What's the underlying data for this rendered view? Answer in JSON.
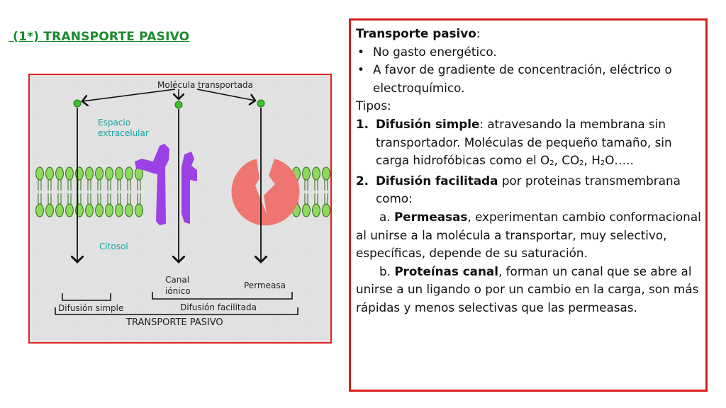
{
  "slide": {
    "title": " (1*) TRANSPORTE PASIVO"
  },
  "figure": {
    "molecule_label": "Molécula transportada",
    "extracellular_label_1": "Espacio",
    "extracellular_label_2": "extracelular",
    "cytosol_label": "Citosol",
    "channel_label_1": "Canal",
    "channel_label_2": "iónico",
    "permease_label": "Permeasa",
    "simple_diffusion_label": "Difusión simple",
    "facilitated_diffusion_label": "Difusión facilitada",
    "caption": "TRANSPORTE PASIVO",
    "colors": {
      "background": "#e2e2e2",
      "lipid_head": "#8fd860",
      "lipid_outline": "#2d6b16",
      "channel_protein": "#9b41e6",
      "permease": "#ef7670",
      "molecule": "#3cbf2e",
      "label_teal": "#1aa3a3"
    }
  },
  "panel": {
    "heading_bold": "Transporte pasivo",
    "heading_rest": ":",
    "bullets": [
      "No gasto energético.",
      "A favor de gradiente de concentración, eléctrico o electroquímico."
    ],
    "types_label": "Tipos:",
    "item1": {
      "number": "1.",
      "bold": "Difusión simple",
      "text_a": ": atravesando la membrana sin transportador. Moléculas de pequeño tamaño, sin carga hidrofóbicas como el O",
      "sub1": "2",
      "text_b": ", CO",
      "sub2": "2",
      "text_c": ", H",
      "sub3": "2",
      "text_d": "O….."
    },
    "item2": {
      "number": "2.",
      "bold": "Difusión facilitada",
      "text": " por proteinas transmembrana como:"
    },
    "item_a": {
      "prefix": "a. ",
      "bold": "Permeasas",
      "text": ", experimentan cambio conformacional al unirse a la molécula a transportar, muy selectivo, específicas, depende de su saturación."
    },
    "item_b": {
      "prefix": "b. ",
      "bold": "Proteínas canal",
      "text": ", forman un canal que se abre al unirse a un ligando o por un cambio en la carga, son más rápidas y menos selectivas que las permeasas."
    }
  }
}
